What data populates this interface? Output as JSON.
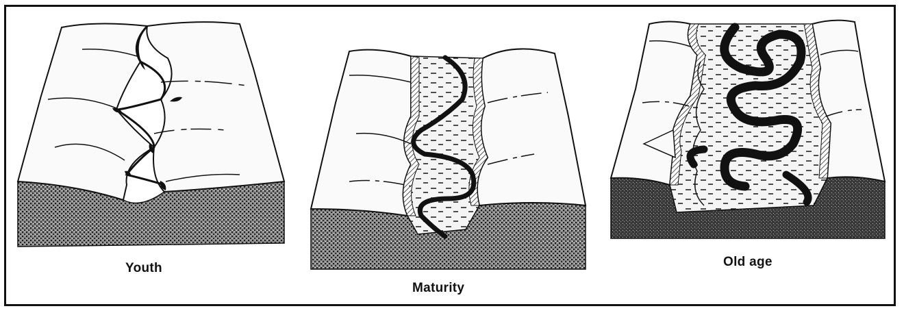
{
  "stages": [
    {
      "caption": "Youth"
    },
    {
      "caption": "Maturity"
    },
    {
      "caption": "Old age"
    }
  ]
}
